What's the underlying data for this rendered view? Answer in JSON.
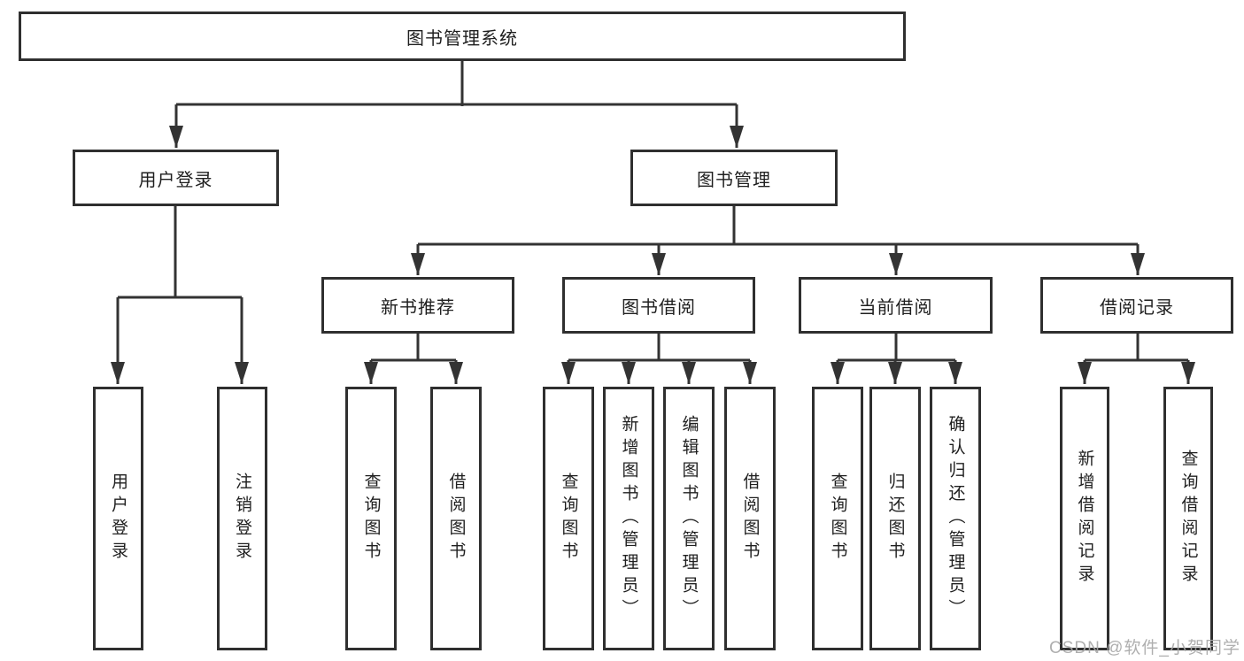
{
  "diagram": {
    "root": {
      "label": "图书管理系统"
    },
    "level2": [
      {
        "label": "用户登录",
        "children": [
          {
            "label": "用户登录"
          },
          {
            "label": "注销登录"
          }
        ]
      },
      {
        "label": "图书管理",
        "children": [
          {
            "label": "新书推荐",
            "children": [
              {
                "label": "查询图书"
              },
              {
                "label": "借阅图书"
              }
            ]
          },
          {
            "label": "图书借阅",
            "children": [
              {
                "label": "查询图书"
              },
              {
                "label": "新增图书（管理员）"
              },
              {
                "label": "编辑图书（管理员）"
              },
              {
                "label": "借阅图书"
              }
            ]
          },
          {
            "label": "当前借阅",
            "children": [
              {
                "label": "查询图书"
              },
              {
                "label": "归还图书"
              },
              {
                "label": "确认归还（管理员）"
              }
            ]
          },
          {
            "label": "借阅记录",
            "children": [
              {
                "label": "新增借阅记录"
              },
              {
                "label": "查询借阅记录"
              }
            ]
          }
        ]
      }
    ]
  },
  "watermark": {
    "text": "CSDN @软件_小贺同学"
  },
  "colors": {
    "line": "#333333",
    "box_border": "#2f2f2f",
    "box_fill": "#ffffff",
    "text": "#1f1f1f",
    "watermark": "#a8a8a8",
    "background": "#ffffff"
  }
}
